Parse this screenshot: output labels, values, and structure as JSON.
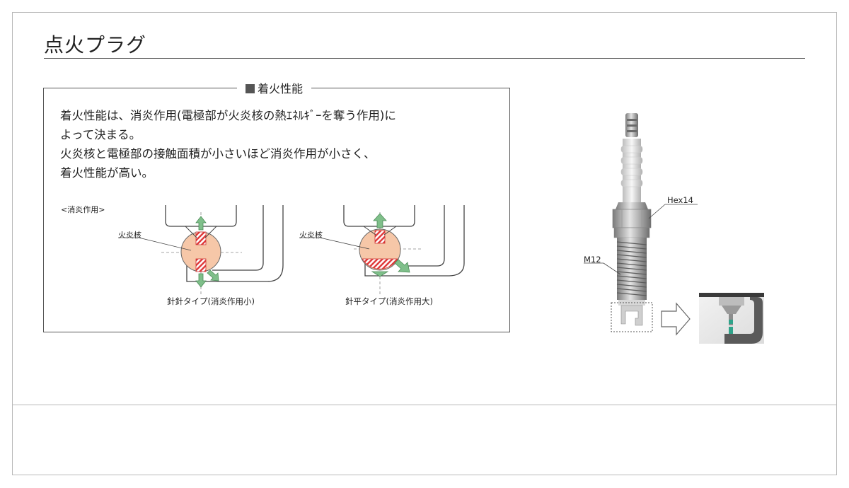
{
  "page": {
    "title": "点火プラグ"
  },
  "panel": {
    "heading": "着火性能",
    "lines": [
      "着火性能は、消炎作用(電極部が火炎核の熱ｴﾈﾙｷﾞｰを奪う作用)に",
      "よって決まる。",
      "火炎核と電極部の接触面積が小さいほど消炎作用が小さく、",
      "着火性能が高い。"
    ],
    "section_label": "<消炎作用>",
    "left_diagram": {
      "kernel_label": "火炎核",
      "caption": "針針タイプ(消炎作用小)"
    },
    "right_diagram": {
      "kernel_label": "火炎核",
      "caption": "針平タイプ(消炎作用大)"
    }
  },
  "plug": {
    "hex_label": "Hex14",
    "thread_label": "M12"
  },
  "colors": {
    "kernel_fill": "#f6c7a8",
    "hatch_red": "#e03c3c",
    "arrow_green": "#7fbf8a",
    "frame_gray": "#b8b8b8"
  }
}
